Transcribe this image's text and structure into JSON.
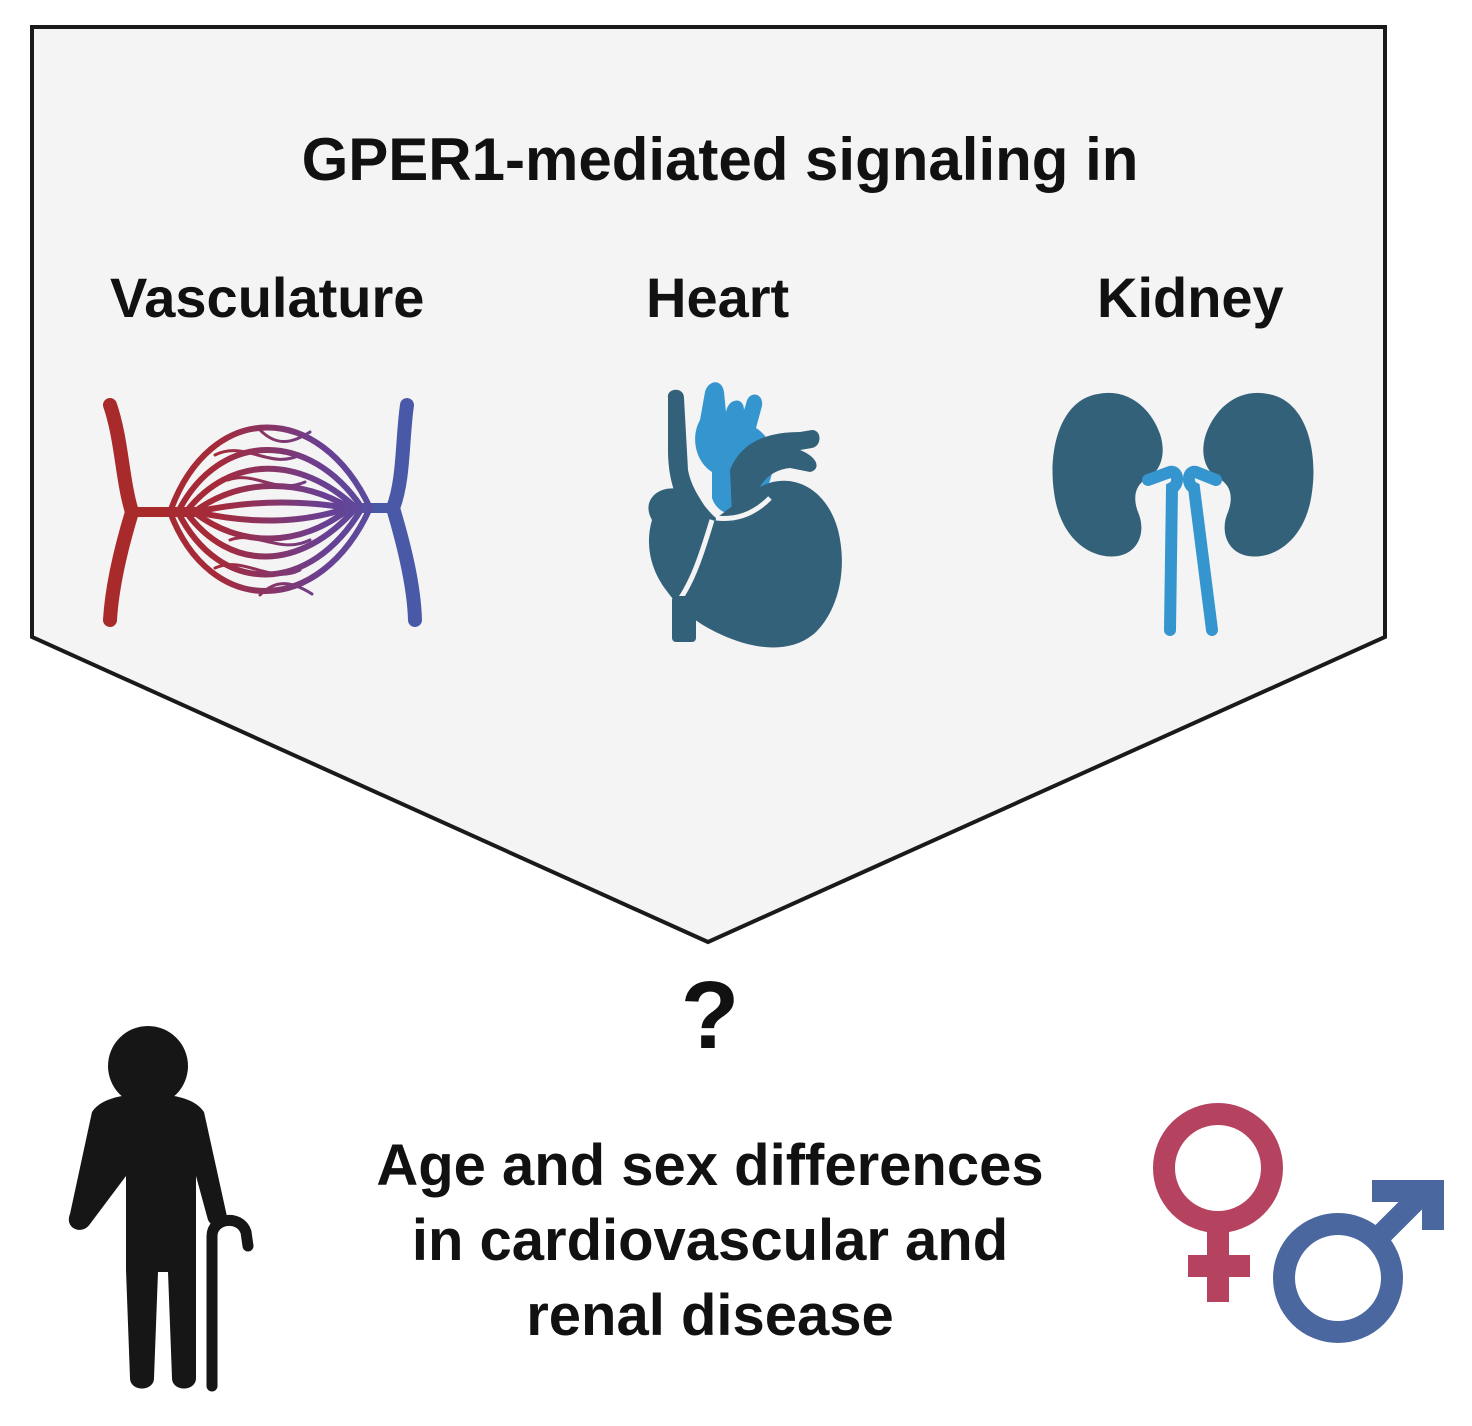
{
  "title": "GPER1-mediated signaling in",
  "organs": [
    {
      "label": "Vasculature",
      "icon": "vasculature-icon"
    },
    {
      "label": "Heart",
      "icon": "heart-icon"
    },
    {
      "label": "Kidney",
      "icon": "kidney-icon"
    }
  ],
  "question_mark": "?",
  "conclusion_lines": [
    "Age and sex differences",
    "in cardiovascular and",
    "renal disease"
  ],
  "icons": {
    "aging": "elderly-person-with-cane-icon",
    "sex": "female-male-symbols-icon"
  },
  "colors": {
    "panel_fill": "#f4f4f4",
    "panel_stroke": "#1a1a1a",
    "artery": "#a82a2a",
    "vein": "#4a58a8",
    "organ_dark": "#34617a",
    "organ_light": "#3596cf",
    "person": "#161616",
    "female_symbol": "#b5425e",
    "male_symbol": "#4b679f"
  }
}
